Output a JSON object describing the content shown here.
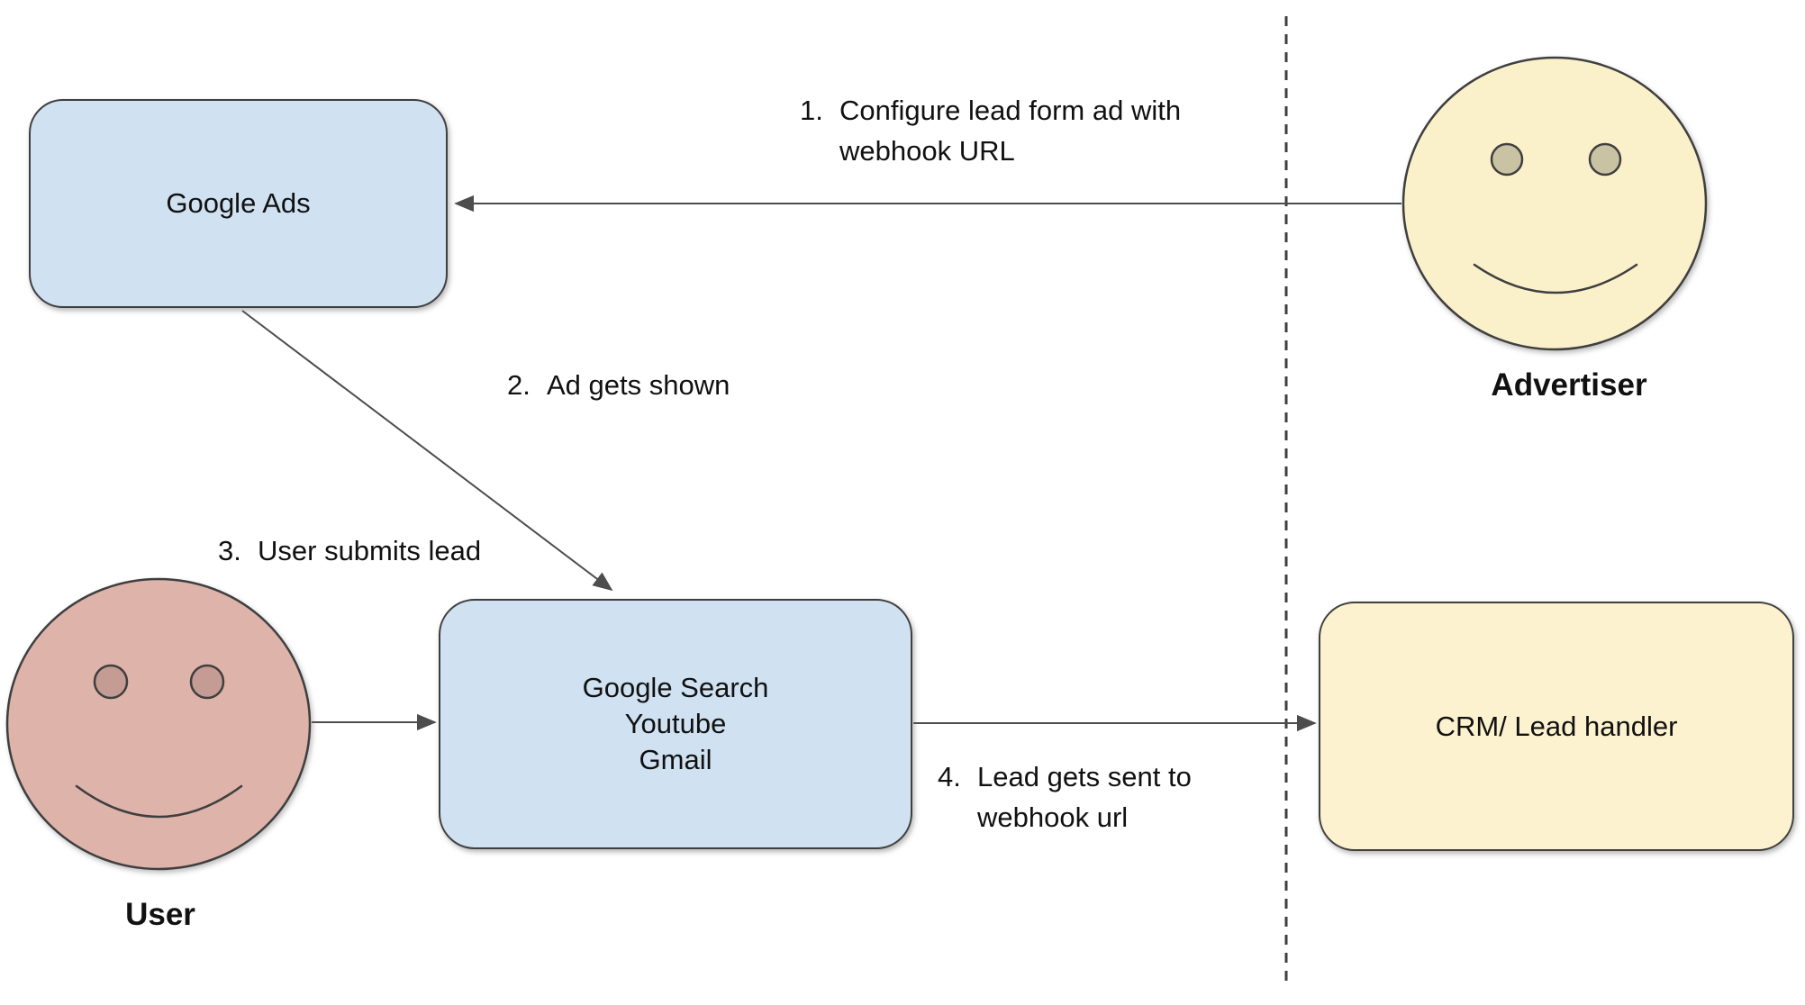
{
  "nodes": {
    "google_ads": {
      "label": "Google Ads"
    },
    "platforms": {
      "lines": [
        "Google Search",
        "Youtube",
        "Gmail"
      ]
    },
    "crm": {
      "label": "CRM/ Lead handler"
    }
  },
  "actors": {
    "advertiser": {
      "label": "Advertiser"
    },
    "user": {
      "label": "User"
    }
  },
  "steps": {
    "step1": {
      "num": "1.",
      "lines": [
        "Configure lead form ad with",
        "webhook URL"
      ]
    },
    "step2": {
      "num": "2.",
      "lines": [
        "Ad gets shown"
      ]
    },
    "step3": {
      "num": "3.",
      "lines": [
        "User submits lead"
      ]
    },
    "step4": {
      "num": "4.",
      "lines": [
        "Lead gets sent to",
        "webhook url"
      ]
    }
  },
  "colors": {
    "node_blue_fill": "#d0e1f1",
    "node_yellow_fill": "#fdf2cf",
    "user_face_fill": "#ddb3aa",
    "user_eye_fill": "#c49c93",
    "advertiser_face_fill": "#faf0ca",
    "advertiser_eye_fill": "#c9c3a3",
    "outline": "#3f3f3f",
    "arrow": "#4d4d4d",
    "text": "#111111"
  }
}
